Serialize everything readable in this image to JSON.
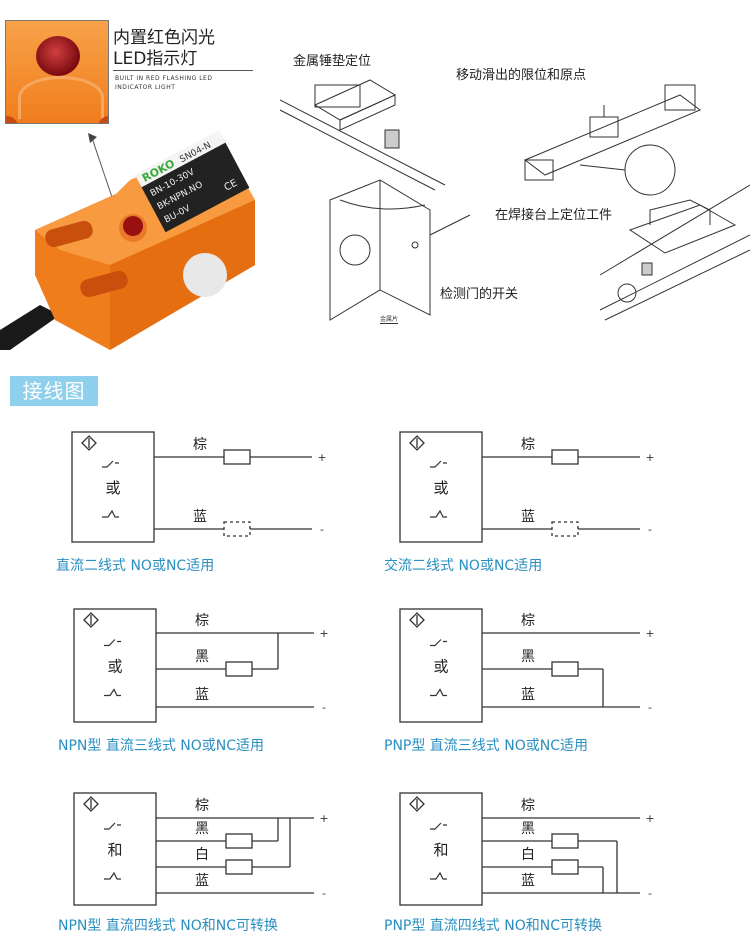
{
  "led_callout": {
    "title_line1": "内置红色闪光",
    "title_line2": "LED指示灯",
    "en_line1": "BUILT IN RED FLASHING LED",
    "en_line2": "INDICATOR LIGHT"
  },
  "sensor_label": {
    "brand": "ROKO",
    "model": "SN04-N",
    "line1": "BN-10-30V",
    "line2": "BK-NPN.NO",
    "line3": "BU-0V",
    "mark": "CE"
  },
  "applications": {
    "metal_hammer": "金属锤垫定位",
    "slide_limit": "移动滑出的限位和原点",
    "welding": "在焊接台上定位工件",
    "door": "检测门的开关",
    "metal_sheet": "金属片"
  },
  "wiring": {
    "section_title": "接线图",
    "diagrams": [
      {
        "type": "dc2",
        "mode": "或",
        "wires": [
          "棕",
          "蓝"
        ],
        "plus": "+",
        "minus": "-",
        "caption": "直流二线式  NO或NC适用"
      },
      {
        "type": "ac2",
        "mode": "或",
        "wires": [
          "棕",
          "蓝"
        ],
        "plus": "+",
        "minus": "-",
        "caption": "交流二线式  NO或NC适用"
      },
      {
        "type": "npn3",
        "mode": "或",
        "wires": [
          "棕",
          "黑",
          "蓝"
        ],
        "plus": "+",
        "minus": "-",
        "caption": "NPN型  直流三线式  NO或NC适用"
      },
      {
        "type": "pnp3",
        "mode": "或",
        "wires": [
          "棕",
          "黑",
          "蓝"
        ],
        "plus": "+",
        "minus": "-",
        "caption": "PNP型  直流三线式  NO或NC适用"
      },
      {
        "type": "npn4",
        "mode": "和",
        "wires": [
          "棕",
          "黑",
          "白",
          "蓝"
        ],
        "plus": "+",
        "minus": "-",
        "caption": "NPN型  直流四线式  NO和NC可转换"
      },
      {
        "type": "pnp4",
        "mode": "和",
        "wires": [
          "棕",
          "黑",
          "白",
          "蓝"
        ],
        "plus": "+",
        "minus": "-",
        "caption": "PNP型  直流四线式  NO和NC可转换"
      }
    ]
  },
  "colors": {
    "accent": "#2a8fc0",
    "tag_bg": "#8fd0ec",
    "sensor_orange": "#f07d1c"
  }
}
